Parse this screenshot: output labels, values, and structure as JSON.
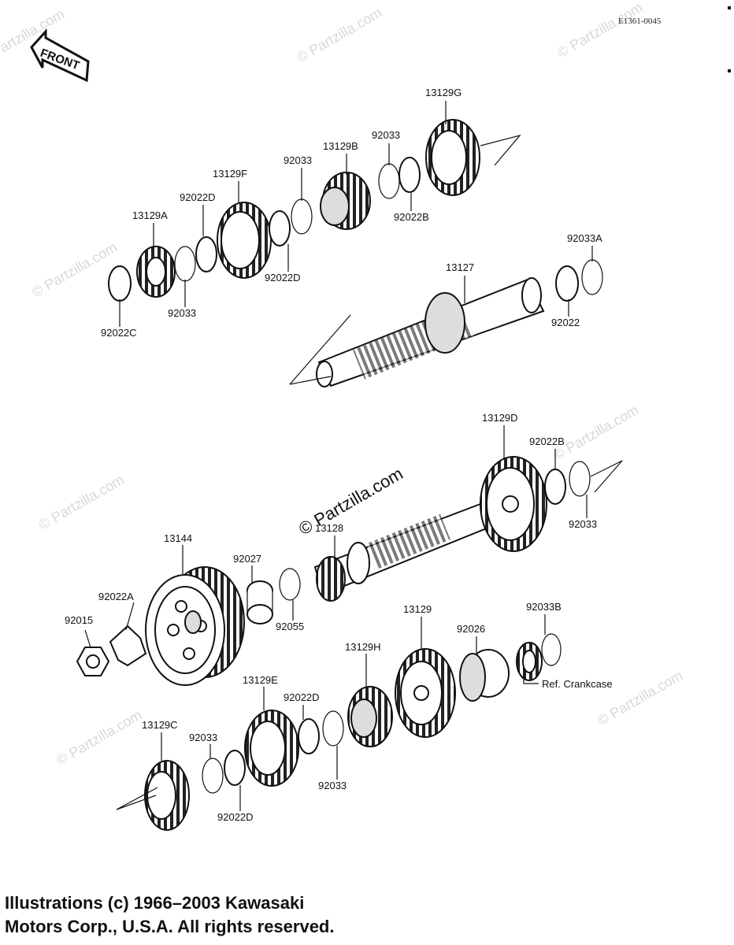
{
  "diagram_code": "E1361-0045",
  "front_label": "FRONT",
  "watermark": "© Partzilla.com",
  "watermark_center": "© Partzilla.com",
  "reference_note": "Ref.  Crankcase",
  "copyright": {
    "line1": "Illustrations (c) 1966–2003 Kawasaki",
    "line2": "Motors Corp., U.S.A.  All rights reserved."
  },
  "labels": {
    "p13129G": "13129G",
    "p92033_top": "92033",
    "p13129B": "13129B",
    "p92033_b": "92033",
    "p13129F": "13129F",
    "p92022D_a": "92022D",
    "p13129A": "13129A",
    "p92022B_top": "92022B",
    "p92022D_b": "92022D",
    "p92033_c": "92033",
    "p92022C": "92022C",
    "p13127": "13127",
    "p92033A": "92033A",
    "p92022": "92022",
    "p13129D": "13129D",
    "p92022B": "92022B",
    "p92033_d": "92033",
    "p13128": "13128",
    "p13144": "13144",
    "p92027": "92027",
    "p92022A": "92022A",
    "p92055": "92055",
    "p92015": "92015",
    "p13129": "13129",
    "p92026": "92026",
    "p92033B": "92033B",
    "p13129H": "13129H",
    "p13129E": "13129E",
    "p92022D_c": "92022D",
    "p13129C": "13129C",
    "p92033_e": "92033",
    "p92033_f": "92033",
    "p92022D_d": "92022D"
  }
}
